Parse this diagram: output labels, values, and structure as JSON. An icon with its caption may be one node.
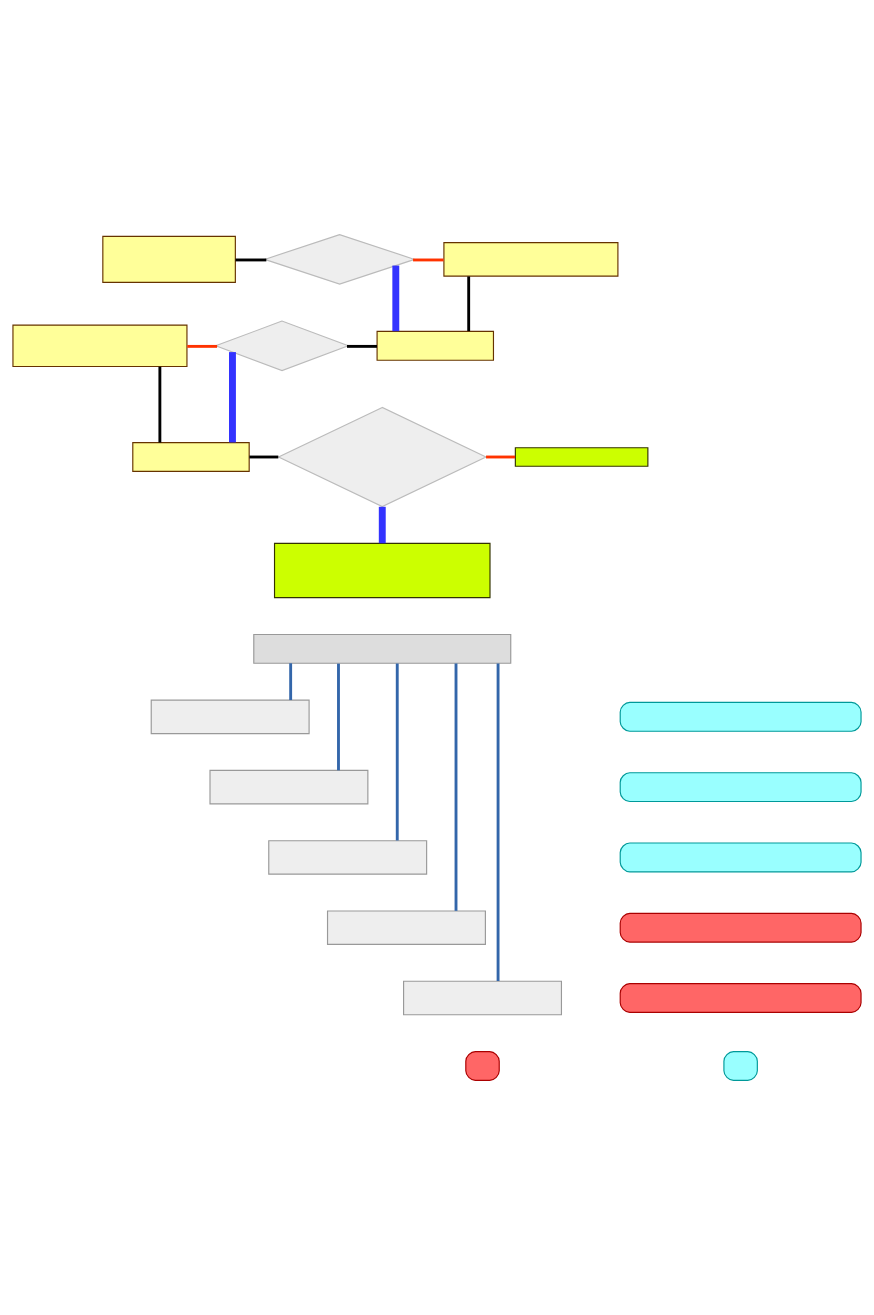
{
  "diagram": {
    "nodes": [
      {
        "text": [],
        "shape": "box"
      },
      {
        "text": [],
        "shape": "diamond"
      },
      {
        "text": [],
        "shape": "box"
      },
      {
        "text": [],
        "shape": "box"
      },
      {
        "text": [],
        "shape": "diamond"
      },
      {
        "text": [],
        "shape": "box"
      },
      {
        "text": [],
        "shape": "box"
      },
      {
        "text": [],
        "shape": "diamond"
      },
      {
        "text": [],
        "shape": "box"
      },
      {
        "text": [],
        "shape": "box"
      },
      {
        "text": [],
        "shape": "box"
      },
      {
        "text": [],
        "shape": "box"
      },
      {
        "text": [],
        "shape": "box"
      },
      {
        "text": [],
        "shape": "box"
      },
      {
        "text": [],
        "shape": "box"
      },
      {
        "text": [],
        "shape": "box"
      },
      {
        "text": [],
        "shape": "box"
      },
      {
        "text": [],
        "shape": "box"
      },
      {
        "text": [],
        "shape": "box"
      },
      {
        "text": [],
        "shape": "box"
      },
      {
        "text": [],
        "shape": "box"
      },
      {
        "text": [],
        "shape": "box"
      },
      {
        "text": [],
        "shape": "box"
      }
    ],
    "edges": [
      {
        "from": 0,
        "to": 1,
        "arrow": "none"
      },
      {
        "from": 1,
        "to": 2,
        "arrow": "none",
        "color": "#ff3300"
      },
      {
        "from": 1,
        "to": 5,
        "arrow": "none",
        "style": "thick",
        "color": "#3333ff"
      },
      {
        "from": 2,
        "to": 5,
        "arrow": "none"
      },
      {
        "from": 3,
        "to": 4,
        "arrow": "none",
        "color": "#ff3300"
      },
      {
        "from": 4,
        "to": 5,
        "arrow": "none"
      },
      {
        "from": 3,
        "to": 6,
        "arrow": "none"
      },
      {
        "from": 4,
        "to": 6,
        "arrow": "none",
        "style": "thick",
        "color": "#3333ff"
      },
      {
        "from": 6,
        "to": 7,
        "arrow": "none"
      },
      {
        "from": 7,
        "to": 8,
        "arrow": "none",
        "color": "#ff3300"
      },
      {
        "from": 7,
        "to": 9,
        "arrow": "none",
        "style": "thick",
        "color": "#3333ff"
      },
      {
        "from": 10,
        "to": 11,
        "arrow": "none",
        "color": "#3366aa"
      },
      {
        "from": 10,
        "to": 12,
        "arrow": "none",
        "color": "#3366aa"
      },
      {
        "from": 10,
        "to": 13,
        "arrow": "none",
        "color": "#3366aa"
      },
      {
        "from": 10,
        "to": 14,
        "arrow": "none",
        "color": "#3366aa"
      },
      {
        "from": 10,
        "to": 15,
        "arrow": "none",
        "color": "#3366aa"
      }
    ]
  }
}
